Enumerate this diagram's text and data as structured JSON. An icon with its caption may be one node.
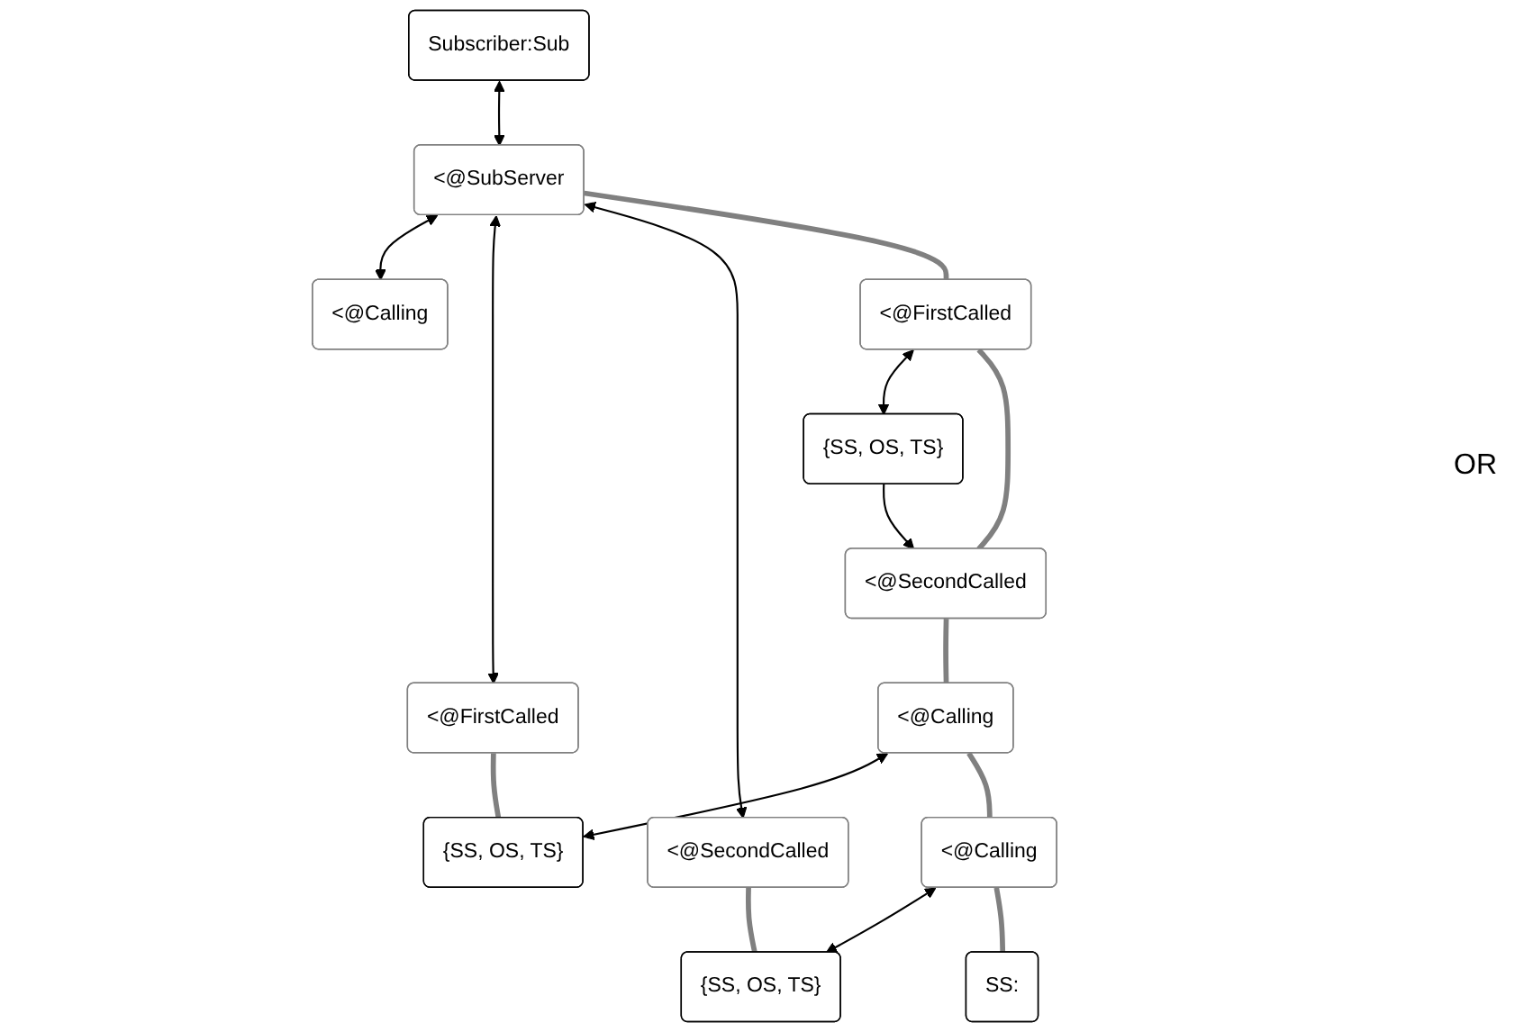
{
  "diagram": {
    "nodes": [
      {
        "text": [
          "Subscriber:Sub"
        ]
      },
      {
        "text": [
          "<@SubServer"
        ]
      },
      {
        "text": [
          "<@Calling"
        ]
      },
      {
        "text": [
          "{SS, OS, TS}"
        ]
      },
      {
        "text": [
          "<@FirstCalled"
        ]
      },
      {
        "text": [
          "<@SecondCalled"
        ]
      },
      {
        "text": [
          "<@FirstCalled"
        ]
      },
      {
        "text": [
          "{SS, OS, TS}"
        ]
      },
      {
        "text": [
          "<@Calling"
        ]
      },
      {
        "text": [
          "<@SecondCalled"
        ]
      },
      {
        "text": [
          "<@Calling"
        ]
      },
      {
        "text": [
          "{SS, OS, TS}"
        ]
      },
      {
        "text": [
          "SS:"
        ]
      }
    ],
    "edges": [
      {
        "from": 0,
        "to": 1,
        "arrow": "both"
      },
      {
        "from": 1,
        "to": 2,
        "arrow": "both"
      },
      {
        "from": 4,
        "to": 3,
        "arrow": "both"
      },
      {
        "from": 3,
        "to": 5,
        "arrow": "to"
      },
      {
        "from": 1,
        "to": 6,
        "arrow": "both"
      },
      {
        "from": 1,
        "to": 9,
        "arrow": "both"
      },
      {
        "from": 8,
        "to": 7,
        "arrow": "both"
      },
      {
        "from": 10,
        "to": 11,
        "arrow": "both"
      },
      {
        "from": 1,
        "to": 4,
        "arrow": "none",
        "style": "thick",
        "color": "#808080"
      },
      {
        "from": 4,
        "to": 5,
        "arrow": "none",
        "style": "thick",
        "color": "#808080"
      },
      {
        "from": 5,
        "to": 8,
        "arrow": "none",
        "style": "thick",
        "color": "#808080"
      },
      {
        "from": 8,
        "to": 10,
        "arrow": "none",
        "style": "thick",
        "color": "#808080"
      },
      {
        "from": 10,
        "to": 12,
        "arrow": "none",
        "style": "thick",
        "color": "#808080"
      },
      {
        "from": 6,
        "to": 7,
        "arrow": "none",
        "style": "thick",
        "color": "#808080"
      },
      {
        "from": 9,
        "to": 11,
        "arrow": "none",
        "style": "thick",
        "color": "#808080"
      }
    ],
    "labels": [
      "OR"
    ]
  }
}
